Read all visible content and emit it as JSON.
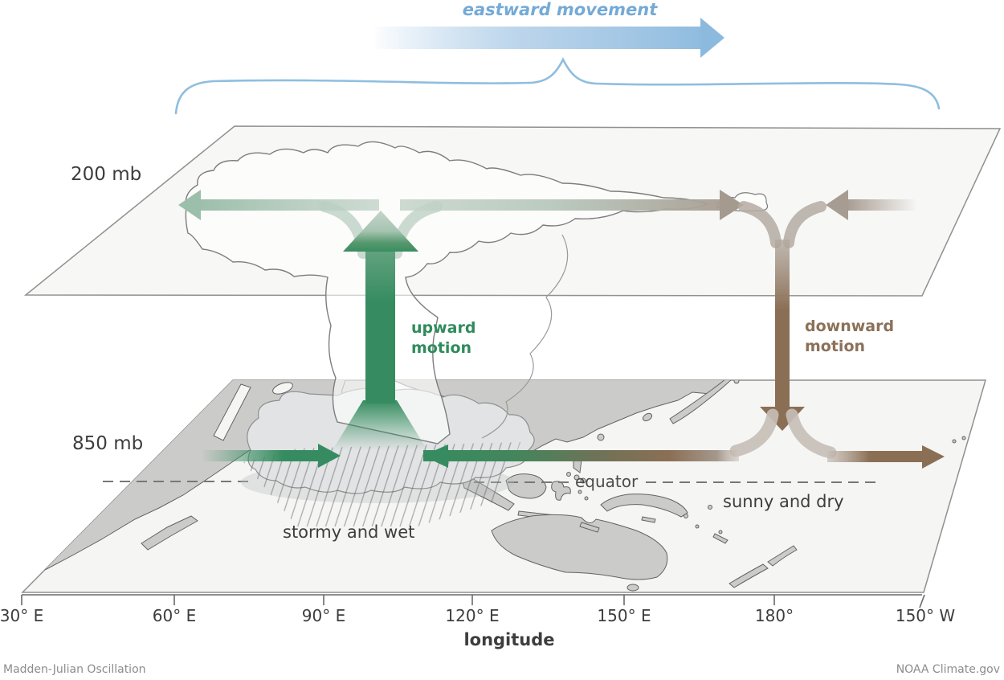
{
  "diagram": {
    "title_hidden": "",
    "eastward_label": "eastward movement",
    "upper_level_label": "200 mb",
    "lower_level_label": "850 mb",
    "upward_label": "upward motion",
    "downward_label": "downward motion",
    "equator_label": "equator",
    "stormy_label": "stormy and wet",
    "sunny_label": "sunny and dry"
  },
  "axis": {
    "label": "longitude",
    "ticks": [
      "30° E",
      "60° E",
      "90° E",
      "120° E",
      "150° E",
      "180°",
      "150° W"
    ]
  },
  "footer": {
    "left": "Madden-Julian Oscillation",
    "right": "NOAA Climate.gov"
  },
  "colors": {
    "eastward_blue": "#8cbade",
    "eastward_text_blue": "#74aad6",
    "upward_green": "#368c60",
    "upward_text_green": "#2f8b5c",
    "downward_brown": "#8b6f55",
    "downward_text_brown": "#8c7159",
    "sage_upper_flow": "#9cbfab",
    "text_dark": "#3d3d3d",
    "equator_text": "#4c4c4c",
    "footer_gray": "#8c8c8c",
    "land_gray": "#cbcbc9",
    "plane_fill": "#f6f6f5",
    "storm_cloud_gray": "#e1e3e4"
  }
}
